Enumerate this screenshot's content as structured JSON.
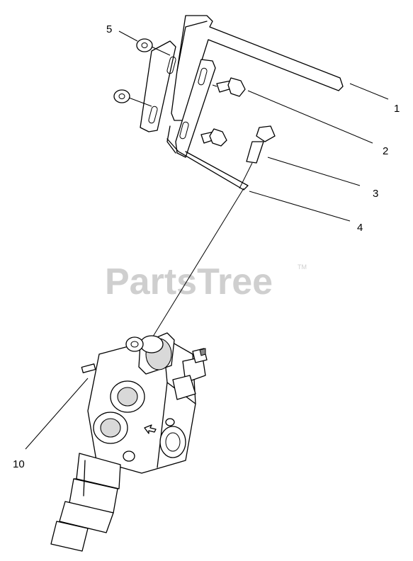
{
  "watermark": {
    "text": "PartsTree",
    "tm": "TM"
  },
  "callouts": [
    {
      "id": "5",
      "label": "5"
    },
    {
      "id": "1",
      "label": "1"
    },
    {
      "id": "2",
      "label": "2"
    },
    {
      "id": "3",
      "label": "3"
    },
    {
      "id": "4",
      "label": "4"
    },
    {
      "id": "10",
      "label": "10"
    }
  ]
}
